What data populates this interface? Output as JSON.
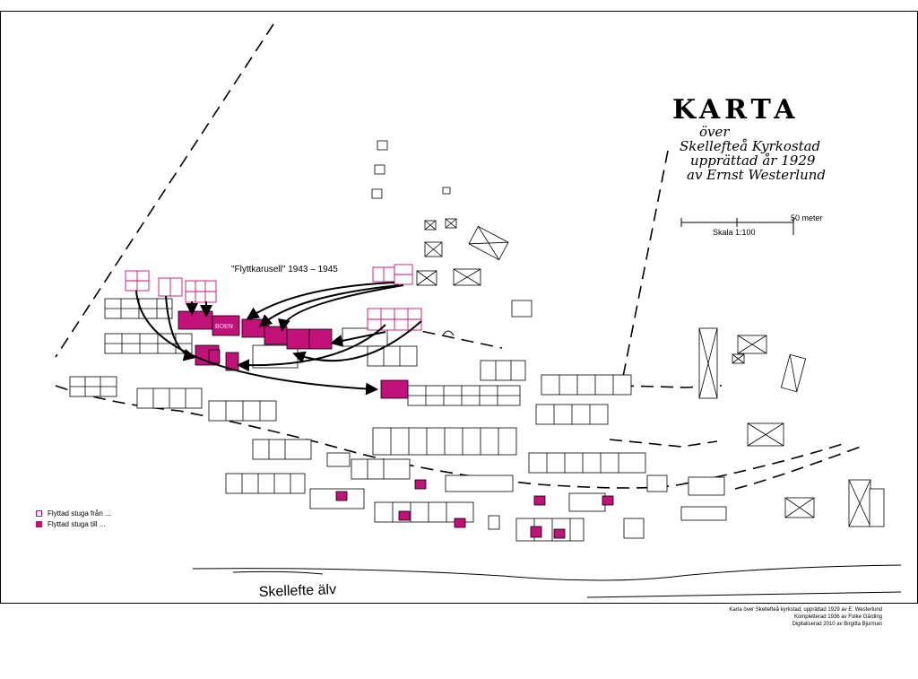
{
  "map_title": {
    "main": "KARTA",
    "line1": "över",
    "line2": "Skellefteå Kyrkostad",
    "line3": "upprättad år 1929",
    "line4": "av Ernst Westerlund"
  },
  "scale": {
    "distance": "50 meter",
    "ratio": "Skala 1:100"
  },
  "carousel_label": "\"Flyttkarusell\" 1943 – 1945",
  "river_label": "Skellefte älv",
  "building_label": "BOEN",
  "legend": {
    "from": "Flyttad stuga från ...",
    "to": "Flyttad stuga till ...",
    "from_color": "#ffffff",
    "to_color": "#c2127a",
    "outline_color": "#c2127a"
  },
  "credits": [
    "Karta över Skellefteå kyrkstad, upprättad 1929 av E. Westerlund",
    "Kompletterad 1936 av Folke Gärding",
    "Digitaliserad 2010 av Birgitta Bjurman"
  ]
}
